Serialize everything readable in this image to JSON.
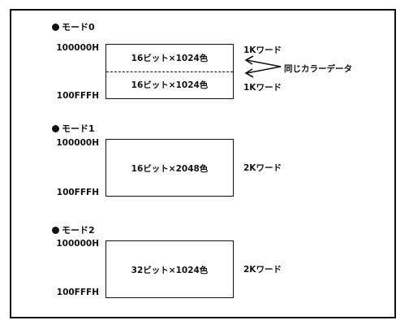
{
  "modes": [
    {
      "heading": "モード0",
      "start_addr": "100000H",
      "end_addr": "100FFFH",
      "cells": [
        "16ビット×1024色",
        "16ビット×1024色"
      ],
      "sizes": [
        "1Kワード",
        "1Kワード"
      ],
      "note": "同じカラーデータ"
    },
    {
      "heading": "モード1",
      "start_addr": "100000H",
      "end_addr": "100FFFH",
      "cells": [
        "16ビット×2048色"
      ],
      "sizes": [
        "2Kワード"
      ]
    },
    {
      "heading": "モード2",
      "start_addr": "100000H",
      "end_addr": "100FFFH",
      "cells": [
        "32ビット×1024色"
      ],
      "sizes": [
        "2Kワード"
      ]
    }
  ]
}
